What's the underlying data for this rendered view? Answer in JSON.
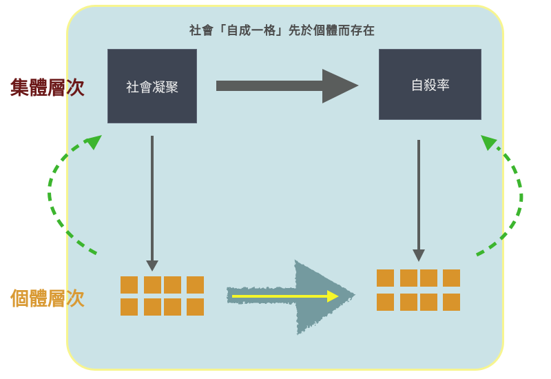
{
  "title": "社會「自成一格」先於個體而存在",
  "levels": {
    "collective": "集體層次",
    "individual": "個體層次"
  },
  "boxes": {
    "social_cohesion": "社會凝聚",
    "suicide_rate": "自殺率"
  },
  "colors": {
    "panel_background": "#cbe3e7",
    "panel_border": "#f7f58f",
    "box_fill": "#3e4553",
    "collective_label": "#6b1818",
    "individual_label": "#d99a34",
    "individual_square": "#d9942b",
    "solid_arrow": "#5a5d5c",
    "dashed_arrow": "#3cb52e",
    "rough_arrow": "#6f979c",
    "inner_arrow": "#f5f52a"
  },
  "individual_groups": {
    "left_count": 8,
    "right_count": 8
  }
}
